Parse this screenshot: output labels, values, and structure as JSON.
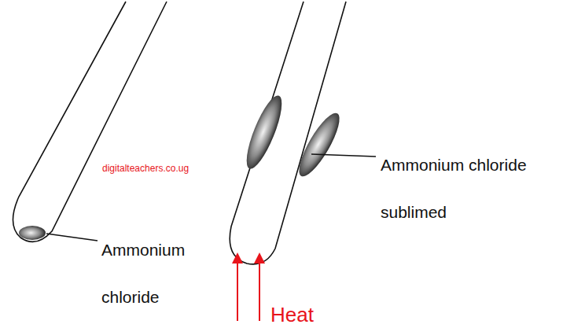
{
  "diagram": {
    "labels": [
      "Ammonium chloride",
      "digitalteachers.co.ug",
      "Ammonium chloride sublimed",
      "Heat"
    ]
  }
}
